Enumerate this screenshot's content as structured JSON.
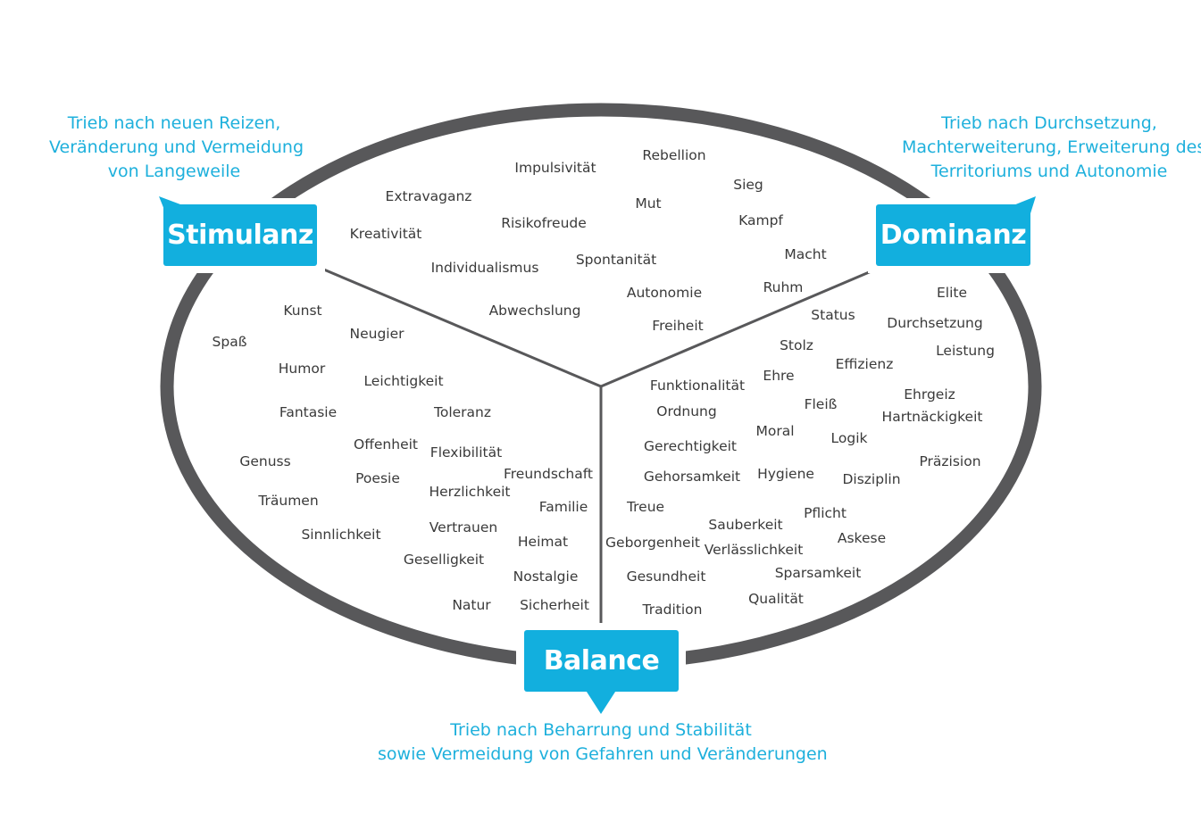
{
  "colors": {
    "accent": "#12afde",
    "text_accent": "#1eb0dc",
    "ring": "#58585a",
    "word": "#3a3a3a"
  },
  "quadrants": {
    "stimulanz": {
      "label": "Stimulanz",
      "description": [
        "Trieb nach neuen Reizen,",
        "Veränderung und Vermeidung",
        "von Langeweile"
      ]
    },
    "dominanz": {
      "label": "Dominanz",
      "description": [
        "Trieb nach Durchsetzung,",
        "Machterweiterung, Erweiterung des",
        "Territoriums und Autonomie"
      ]
    },
    "balance": {
      "label": "Balance",
      "description": [
        "Trieb nach Beharrung und Stabilität",
        "sowie Vermeidung von Gefahren und Veränderungen"
      ]
    }
  },
  "words": [
    "Impulsivität",
    "Rebellion",
    "Extravaganz",
    "Sieg",
    "Mut",
    "Risikofreude",
    "Kampf",
    "Kreativität",
    "Individualismus",
    "Spontanität",
    "Macht",
    "Autonomie",
    "Ruhm",
    "Abwechslung",
    "Freiheit",
    "Kunst",
    "Neugier",
    "Spaß",
    "Humor",
    "Leichtigkeit",
    "Fantasie",
    "Toleranz",
    "Offenheit",
    "Flexibilität",
    "Genuss",
    "Poesie",
    "Freundschaft",
    "Herzlichkeit",
    "Träumen",
    "Familie",
    "Vertrauen",
    "Sinnlichkeit",
    "Heimat",
    "Geselligkeit",
    "Nostalgie",
    "Natur",
    "Sicherheit",
    "Elite",
    "Status",
    "Durchsetzung",
    "Stolz",
    "Leistung",
    "Effizienz",
    "Ehre",
    "Funktionalität",
    "Ehrgeiz",
    "Fleiß",
    "Ordnung",
    "Hartnäckigkeit",
    "Moral",
    "Logik",
    "Gerechtigkeit",
    "Präzision",
    "Gehorsamkeit",
    "Hygiene",
    "Disziplin",
    "Treue",
    "Pflicht",
    "Sauberkeit",
    "Askese",
    "Geborgenheit",
    "Verlässlichkeit",
    "Sparsamkeit",
    "Gesundheit",
    "Qualität",
    "Tradition"
  ]
}
